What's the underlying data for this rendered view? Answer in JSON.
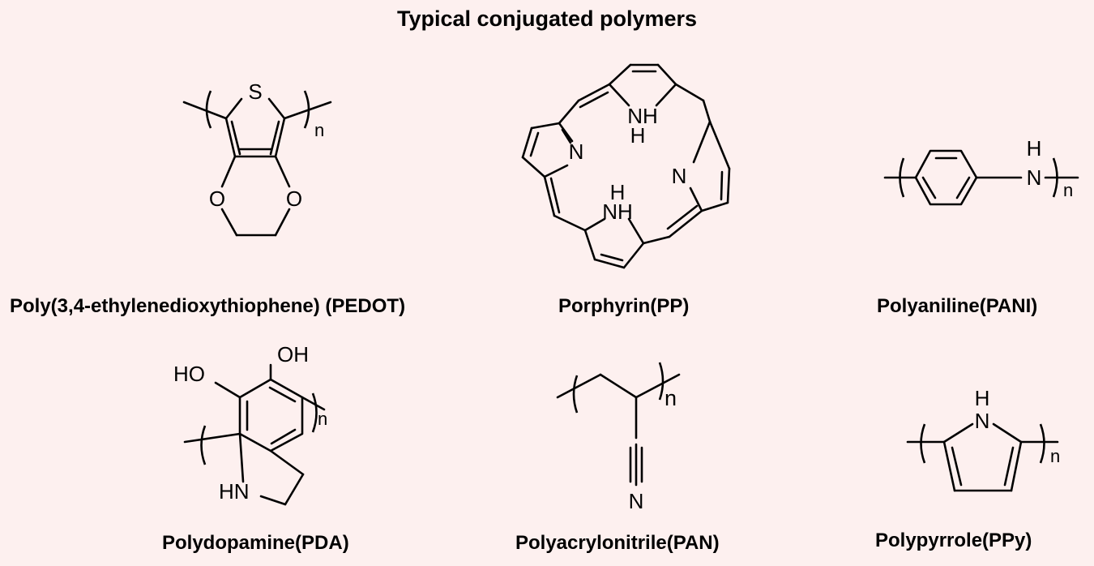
{
  "title": "Typical conjugated polymers",
  "polymers": [
    {
      "label": "Poly(3,4-ethylenedioxythiophene) (PEDOT)",
      "atoms": {
        "s": "S",
        "o": "O",
        "n": "n"
      }
    },
    {
      "label": "Porphyrin(PP)",
      "atoms": {
        "n": "N",
        "nh": "NH",
        "h": "H"
      }
    },
    {
      "label": "Polyaniline(PANI)",
      "atoms": {
        "h": "H",
        "n": "N",
        "sub": "n"
      }
    },
    {
      "label": "Polydopamine(PDA)",
      "atoms": {
        "oh": "OH",
        "ho": "HO",
        "hn": "HN",
        "sub": "n"
      }
    },
    {
      "label": "Polyacrylonitrile(PAN)",
      "atoms": {
        "n": "N",
        "sub": "n"
      }
    },
    {
      "label": "Polypyrrole(PPy)",
      "atoms": {
        "h": "H",
        "n": "N",
        "sub": "n"
      }
    }
  ]
}
